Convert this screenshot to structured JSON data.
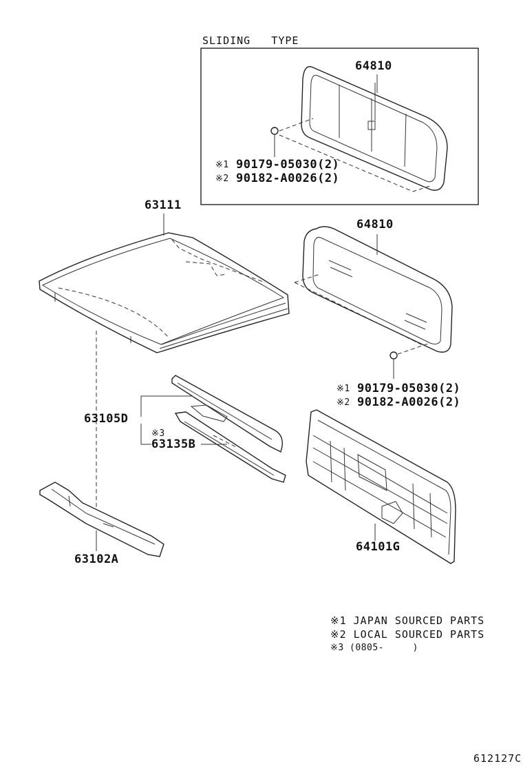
{
  "inset": {
    "title": "SLIDING   TYPE"
  },
  "parts": {
    "p64810_top": "64810",
    "p64810_mid": "64810",
    "p63111": "63111",
    "p63105d": "63105D",
    "p63135b": "63135B",
    "p63102a": "63102A",
    "p64101g": "64101G"
  },
  "callouts": {
    "sliding_fastener_1": "90179-05030(2)",
    "sliding_fastener_2": "90182-A0026(2)",
    "fixed_fastener_1": "90179-05030(2)",
    "fixed_fastener_2": "90182-A0026(2)",
    "mark_1": "※1",
    "mark_2": "※2",
    "mark_3": "※3"
  },
  "notes": {
    "note_1": "※1 JAPAN SOURCED PARTS",
    "note_2": "※2 LOCAL SOURCED PARTS",
    "note_3": "※3 (0805-     )"
  },
  "figure_code": "612127C"
}
